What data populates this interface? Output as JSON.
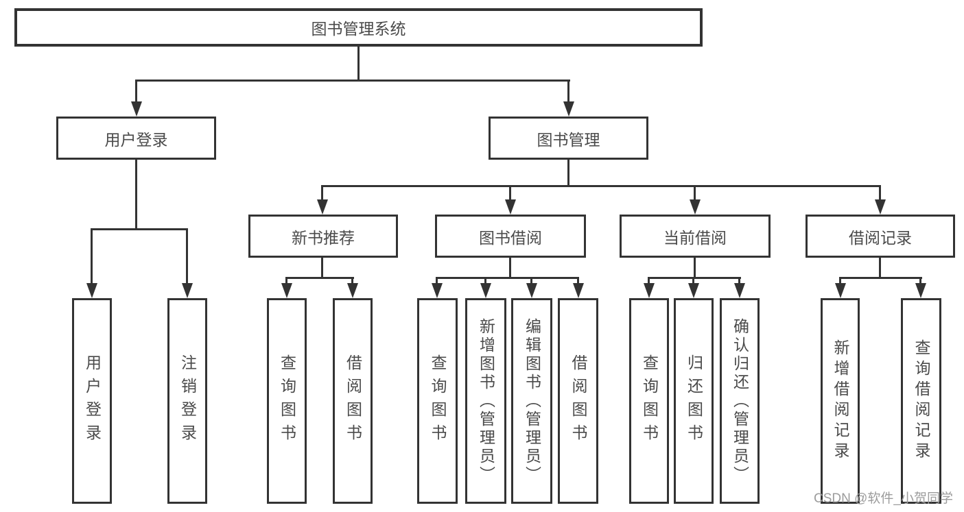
{
  "colors": {
    "line": "#333333",
    "box_border": "#333333",
    "text": "#4a4a4a",
    "background": "#ffffff",
    "watermark": "#9c9c9c"
  },
  "nodes": {
    "root": "图书管理系统",
    "level2": [
      "用户登录",
      "图书管理"
    ],
    "level3": [
      "新书推荐",
      "图书借阅",
      "当前借阅",
      "借阅记录"
    ],
    "leaves": {
      "user_login": [
        "用户登录",
        "注销登录"
      ],
      "new_book": [
        "查询图书",
        "借阅图书"
      ],
      "book_borrow": [
        "查询图书",
        "新增图书（管理员）",
        "编辑图书（管理员）",
        "借阅图书"
      ],
      "current_borrow": [
        "查询图书",
        "归还图书",
        "确认归还（管理员）"
      ],
      "borrow_record": [
        "新增借阅记录",
        "查询借阅记录"
      ]
    }
  },
  "watermark": "CSDN @软件_小贺同学"
}
